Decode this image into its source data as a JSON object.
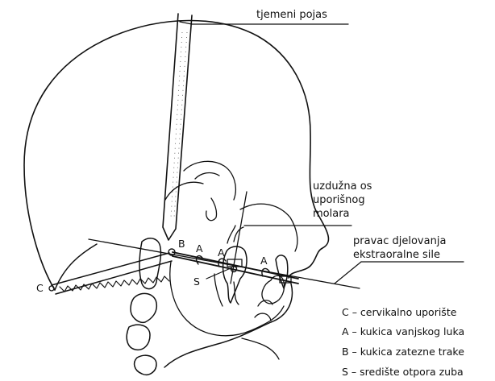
{
  "labels": {
    "head_strap": "tjemeni pojas",
    "molar_axis_l1": "uzdužna os",
    "molar_axis_l2": "uporišnog",
    "molar_axis_l3": "molara",
    "force_l1": "pravac djelovanja",
    "force_l2": "ekstraoralne sile"
  },
  "points": {
    "C": "C",
    "A1": "A",
    "A2": "A",
    "A3": "A",
    "B": "B",
    "S": "S"
  },
  "legend": [
    {
      "text": "C – cervikalno uporište"
    },
    {
      "text": "A – kukica vanjskog luka"
    },
    {
      "text": "B – kukica zatezne trake"
    },
    {
      "text": "S – središte otpora zuba"
    }
  ],
  "colors": {
    "ink": "#111111",
    "paper": "#ffffff"
  }
}
